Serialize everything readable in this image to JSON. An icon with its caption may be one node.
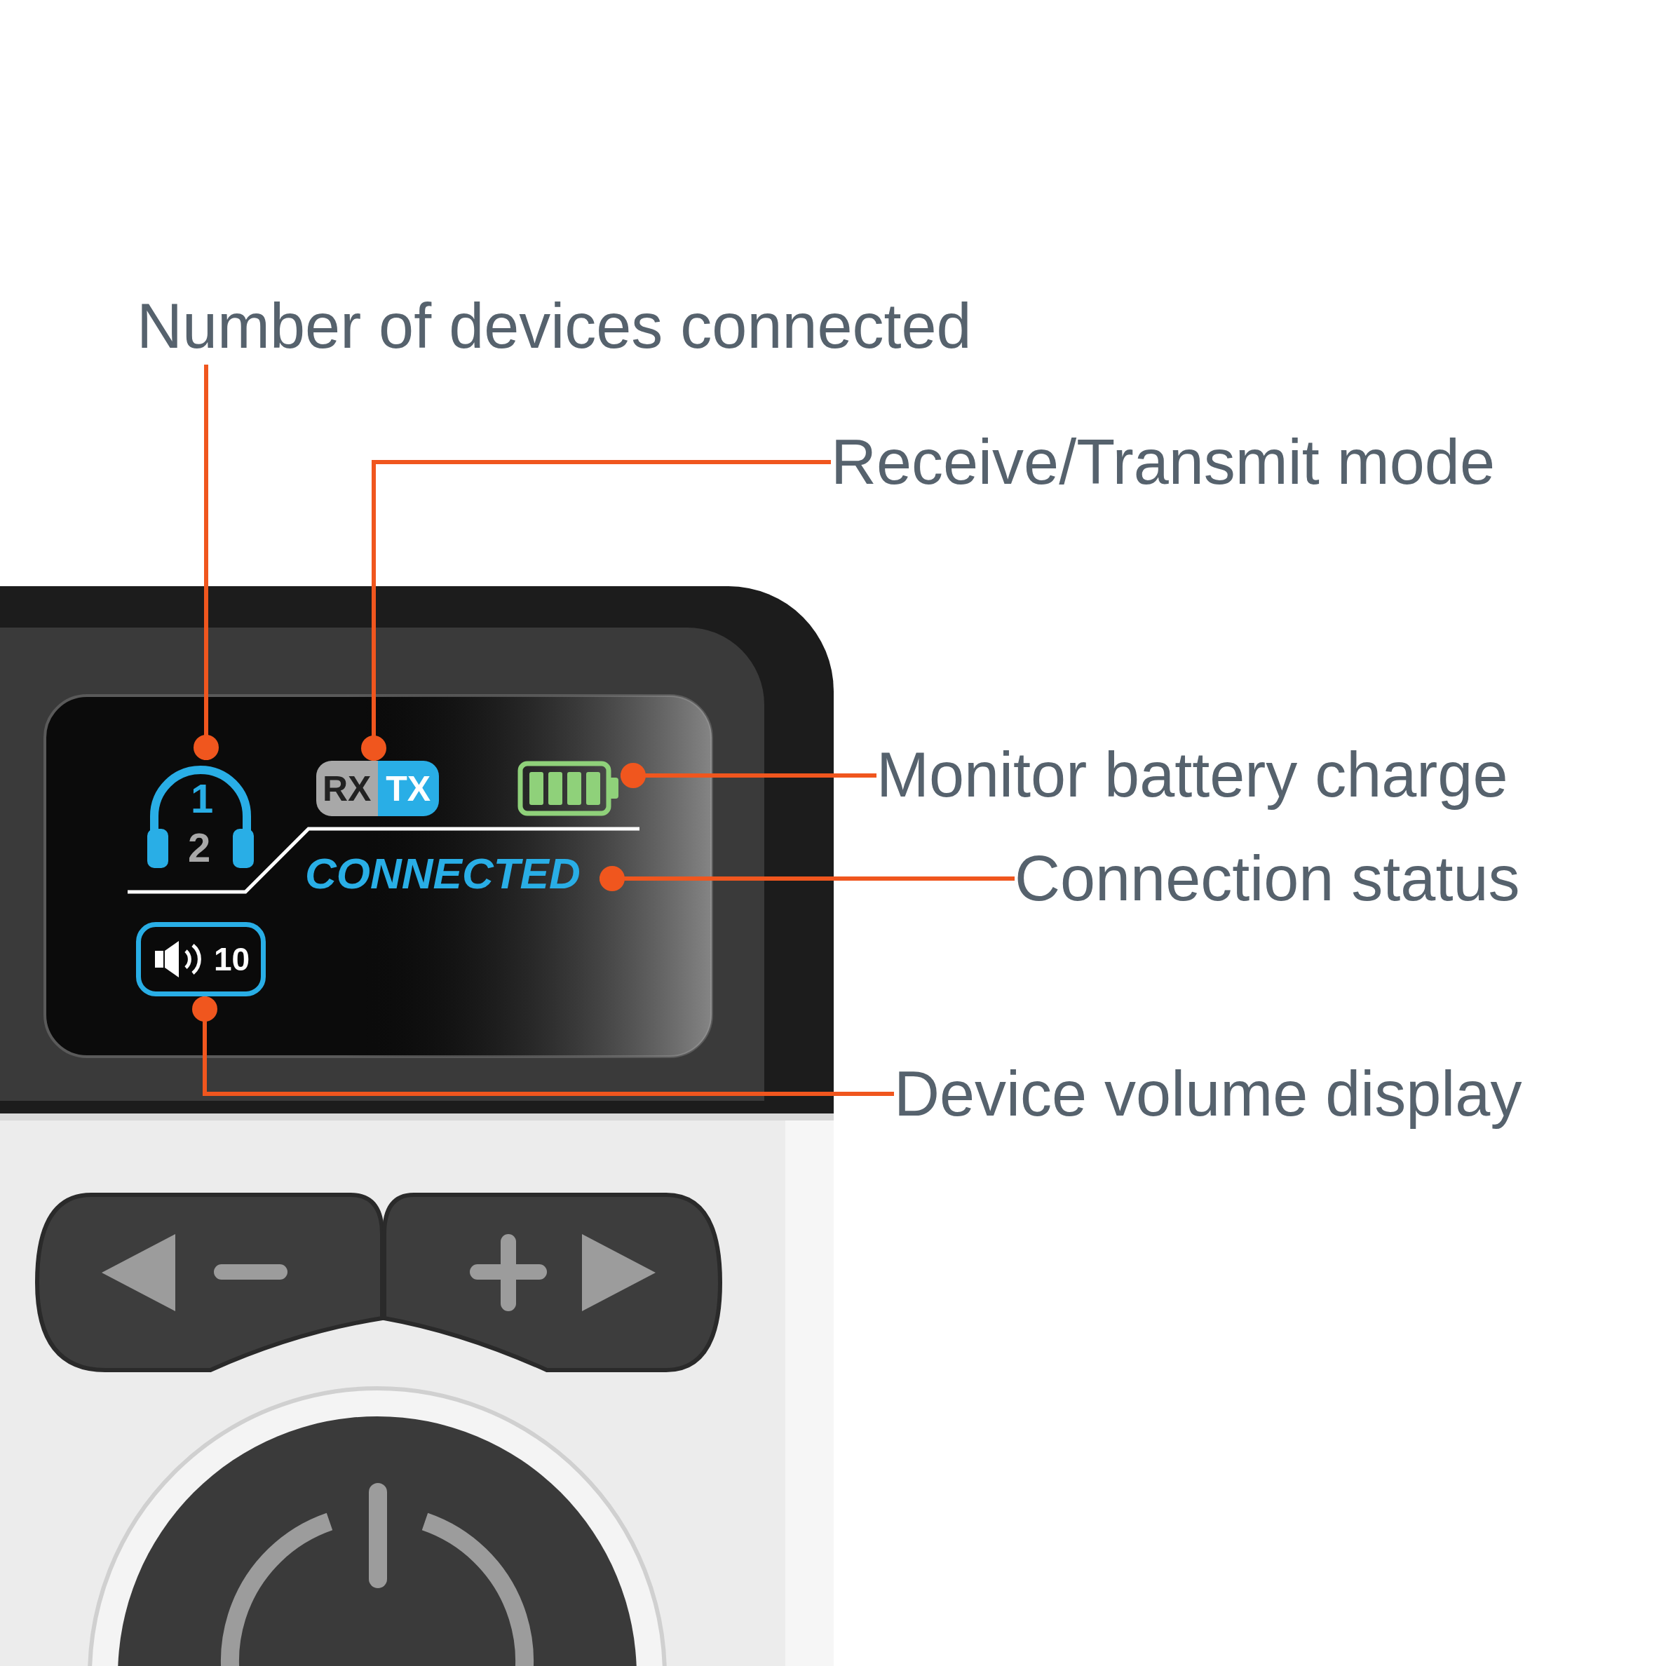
{
  "diagram": {
    "nodes": [
      {
        "text": [
          "Number of devices connected"
        ]
      },
      {
        "text": [
          "Receive/Transmit mode"
        ]
      },
      {
        "text": [
          "1",
          "2"
        ]
      },
      {
        "text": [
          "RX",
          "TX"
        ]
      },
      {
        "text": [],
        "shape": "picture"
      },
      {
        "text": [
          "Monitor battery charge"
        ]
      },
      {
        "text": [
          "CONNECTED"
        ]
      },
      {
        "text": [
          "Connection status"
        ]
      },
      {
        "text": [
          "10"
        ]
      },
      {
        "text": [
          "Device volume display"
        ]
      }
    ],
    "edges": [
      {
        "from": 0,
        "to": 2,
        "arrow": "other"
      },
      {
        "from": 1,
        "to": 3,
        "arrow": "other"
      },
      {
        "from": 5,
        "to": 4,
        "arrow": "other"
      },
      {
        "from": 7,
        "to": 6,
        "arrow": "other"
      },
      {
        "from": 9,
        "to": 8,
        "arrow": "other"
      }
    ]
  }
}
